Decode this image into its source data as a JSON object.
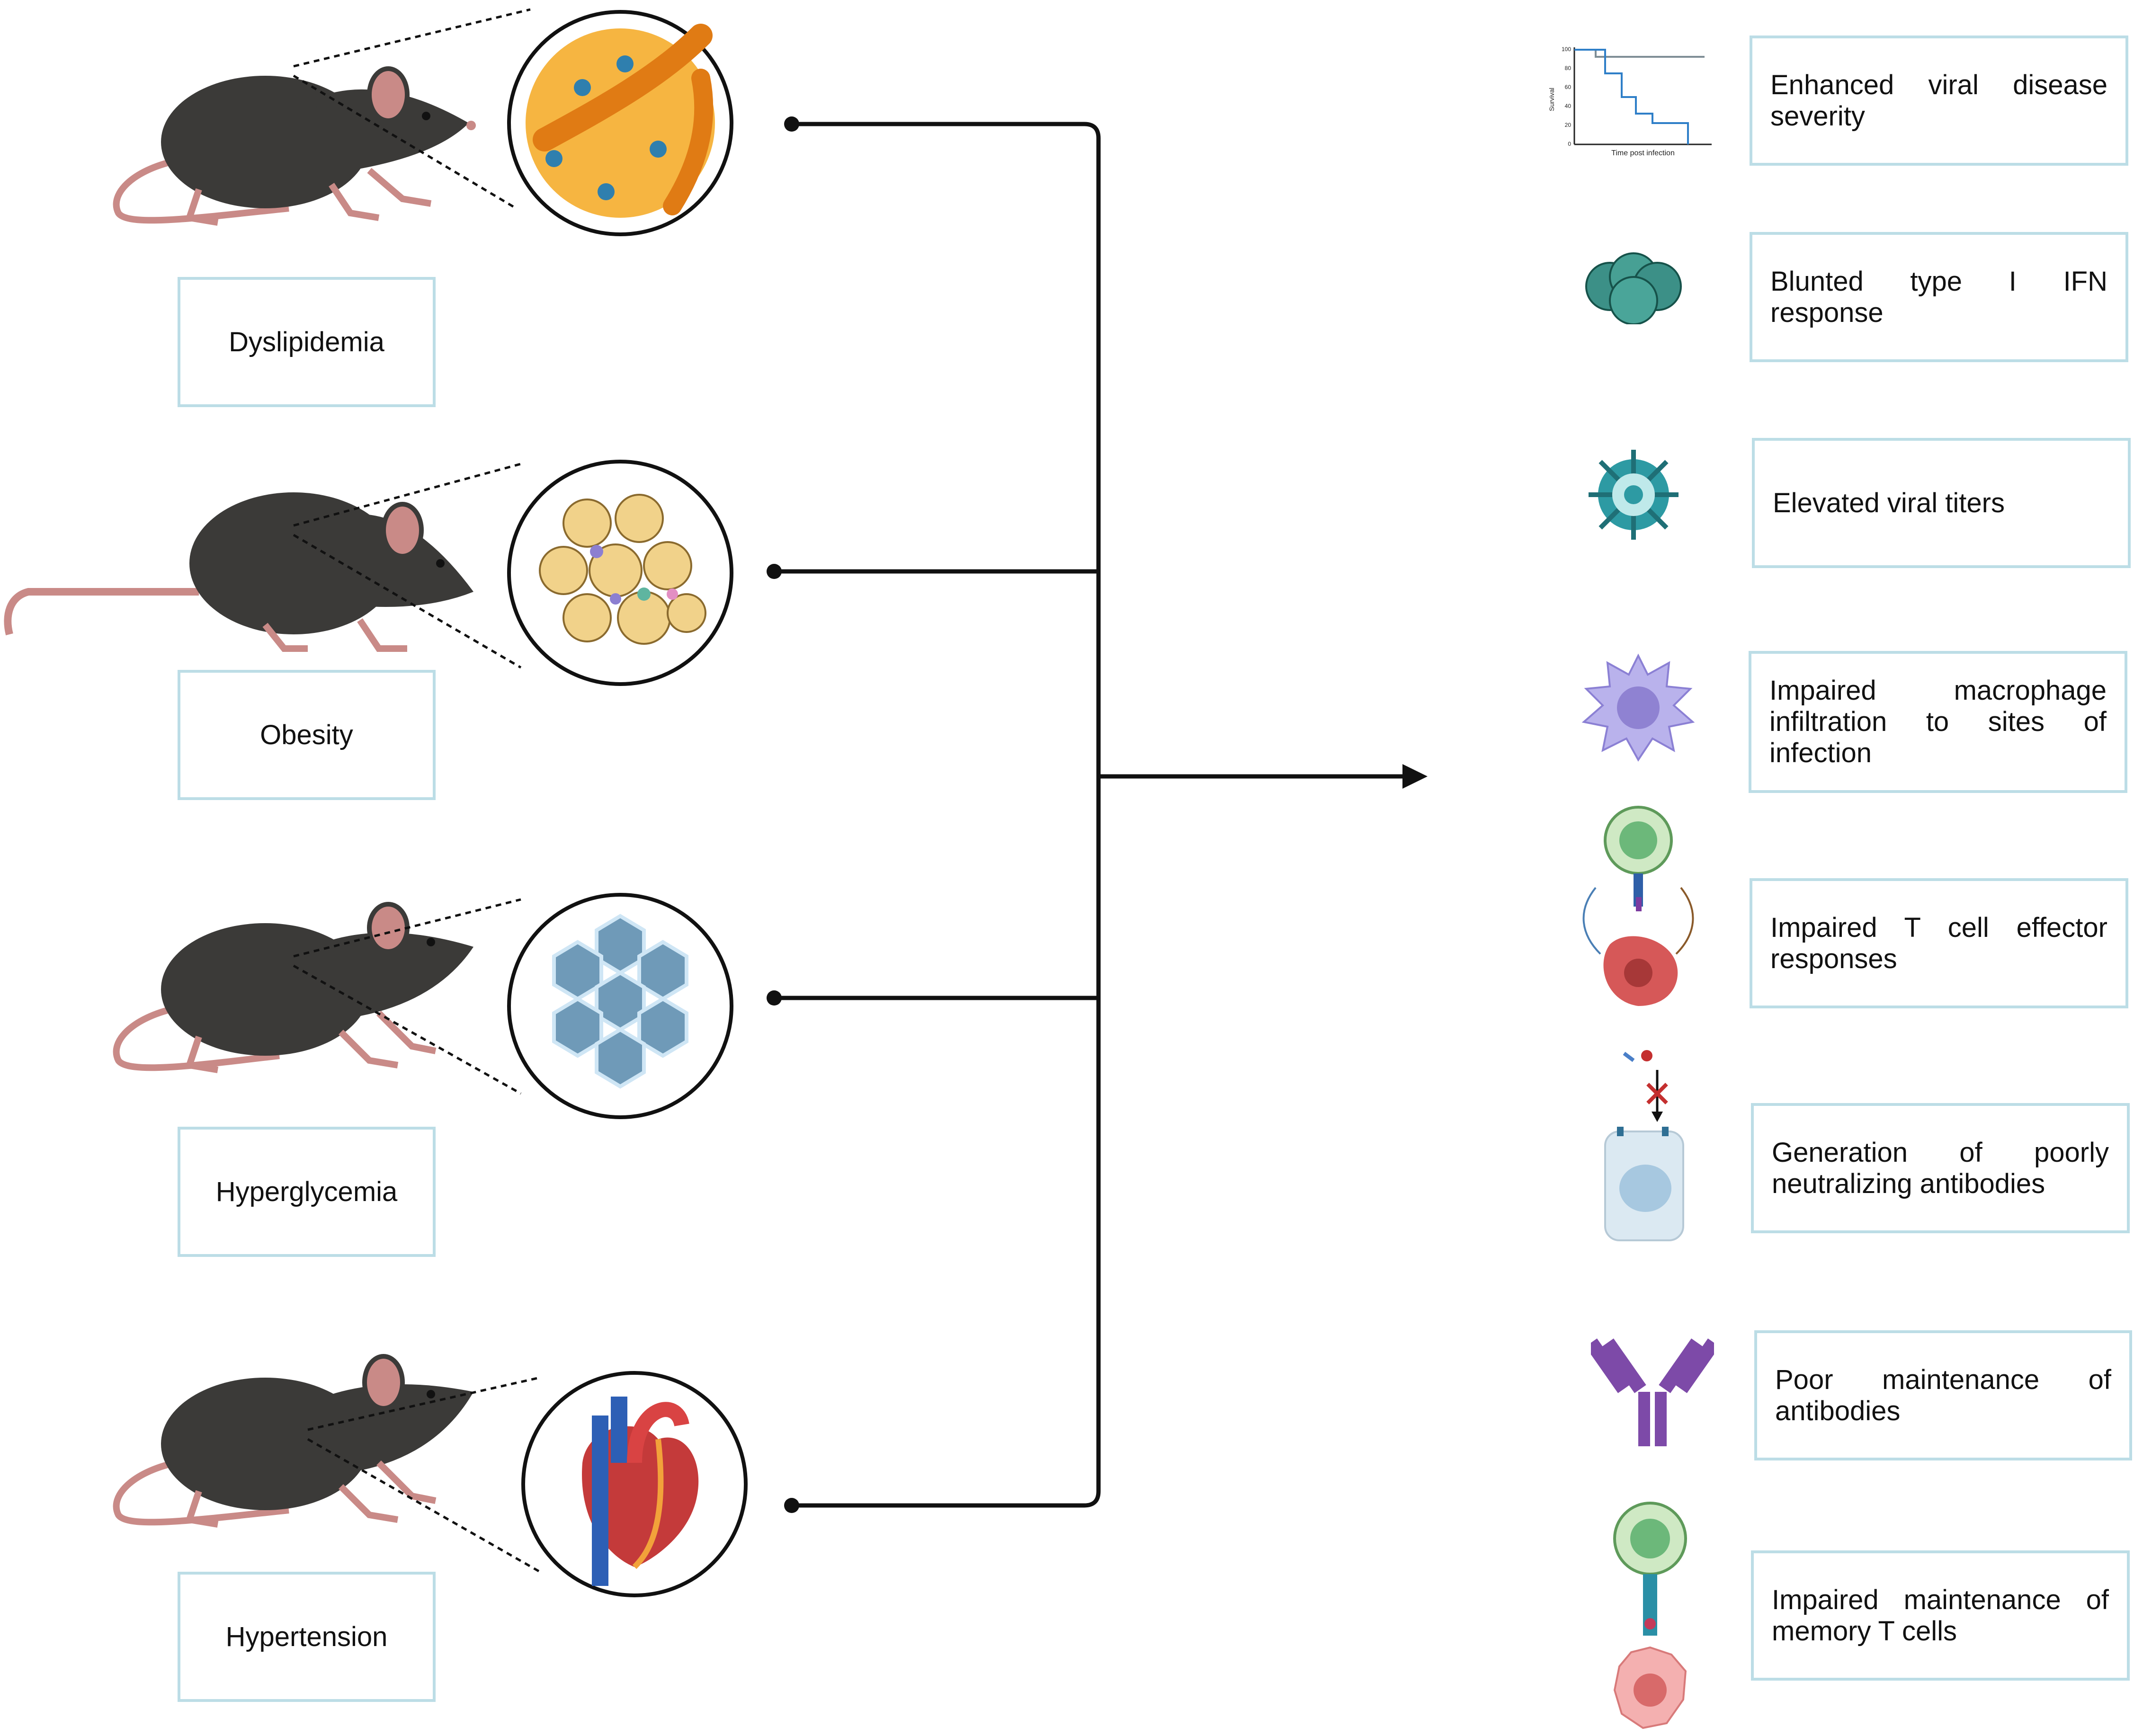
{
  "conditions": [
    {
      "label": "Dyslipidemia",
      "inset": "fat-cell-icon"
    },
    {
      "label": "Obesity",
      "inset": "adipose-tissue-icon"
    },
    {
      "label": "Hyperglycemia",
      "inset": "glucose-hexagon-icon"
    },
    {
      "label": "Hypertension",
      "inset": "heart-icon"
    }
  ],
  "effects": [
    {
      "label": "Enhanced viral disease severity",
      "icon": "survival-curve-icon"
    },
    {
      "label": "Blunted type I IFN response",
      "icon": "interferon-cluster-icon"
    },
    {
      "label": "Elevated viral titers",
      "icon": "virus-icon"
    },
    {
      "label": "Impaired macrophage infiltration to sites of infection",
      "icon": "macrophage-icon"
    },
    {
      "label": "Impaired T cell effector responses",
      "icon": "t-cell-killing-icon"
    },
    {
      "label": "Generation of poorly neutralizing antibodies",
      "icon": "b-cell-icon"
    },
    {
      "label": "Poor maintenance of antibodies",
      "icon": "antibody-icon"
    },
    {
      "label": "Impaired maintenance of memory T cells",
      "icon": "memory-t-cell-icon"
    }
  ],
  "survival_plot": {
    "ylabel": "Survival",
    "xlabel": "Time post infection",
    "yticks": [
      "100",
      "80",
      "60",
      "40",
      "20",
      "0"
    ]
  },
  "colors": {
    "box_border": "#bcdde6",
    "connector": "#111111",
    "mouse_body": "#3b3a38",
    "mouse_skin": "#c98a87"
  }
}
